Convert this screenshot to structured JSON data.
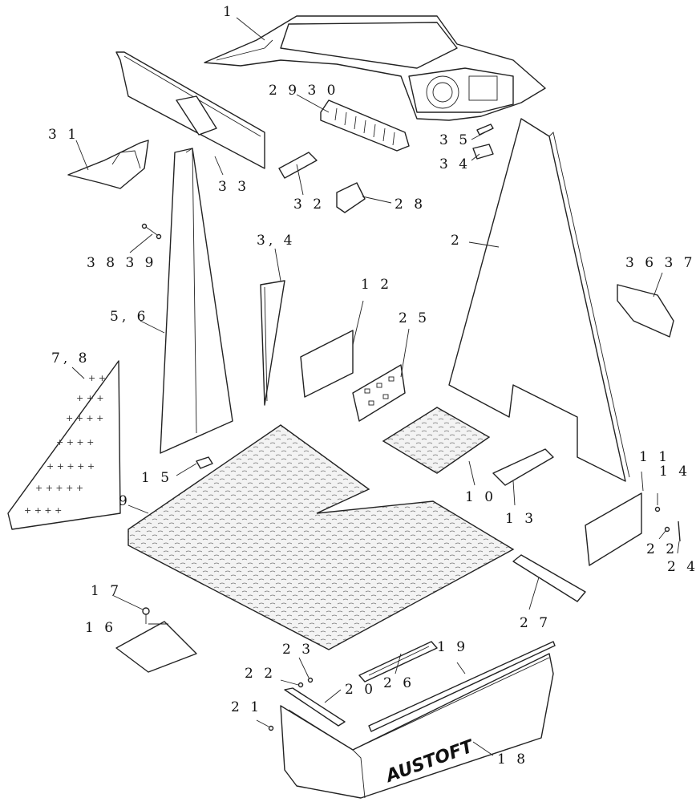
{
  "labels": {
    "p1": "1",
    "p2": "2",
    "p2930": "2 9 3 0",
    "p31": "3 1",
    "p33": "3 3",
    "p32": "3 2",
    "p28": "2 8",
    "p35": "3 5",
    "p34": "3 4",
    "p3839": "3 8 3 9",
    "p34b": "3, 4",
    "p12": "1 2",
    "p25": "2 5",
    "p3637": "3 6 3 7",
    "p56": "5, 6",
    "p78": "7, 8",
    "p15": "1 5",
    "p9": "9",
    "p10": "1 0",
    "p13": "1 3",
    "p11": "1 1",
    "p14": "1 4",
    "p22a": "2 2",
    "p24": "2 4",
    "p27": "2 7",
    "p17": "1 7",
    "p16": "1 6",
    "p23": "2 3",
    "p22b": "2 2",
    "p19": "1 9",
    "p26": "2 6",
    "p20": "2 0",
    "p21": "2 1",
    "p18": "1 8"
  },
  "brand_text": "AUSTOFT"
}
